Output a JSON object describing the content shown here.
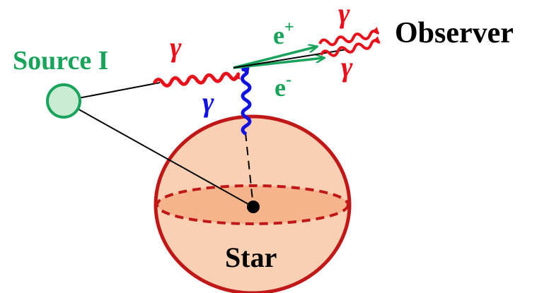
{
  "labels": {
    "source": "Source I",
    "observer": "Observer",
    "star": "Star",
    "gamma_incoming": "γ",
    "gamma_star": "γ",
    "gamma_out_top": "γ",
    "gamma_out_bottom": "γ",
    "positron_base": "e",
    "positron_sup": "+",
    "electron_base": "e",
    "electron_sup": "-"
  },
  "colors": {
    "source": "#1aa35a",
    "source_fill": "#c9ecd3",
    "pair": "#1aa35a",
    "gamma_red": "#e8101a",
    "gamma_blue": "#1212e0",
    "star_fill": "#fad0b4",
    "star_equator_fill": "#f5b48c",
    "star_outline": "#c01818",
    "line": "#000000"
  }
}
